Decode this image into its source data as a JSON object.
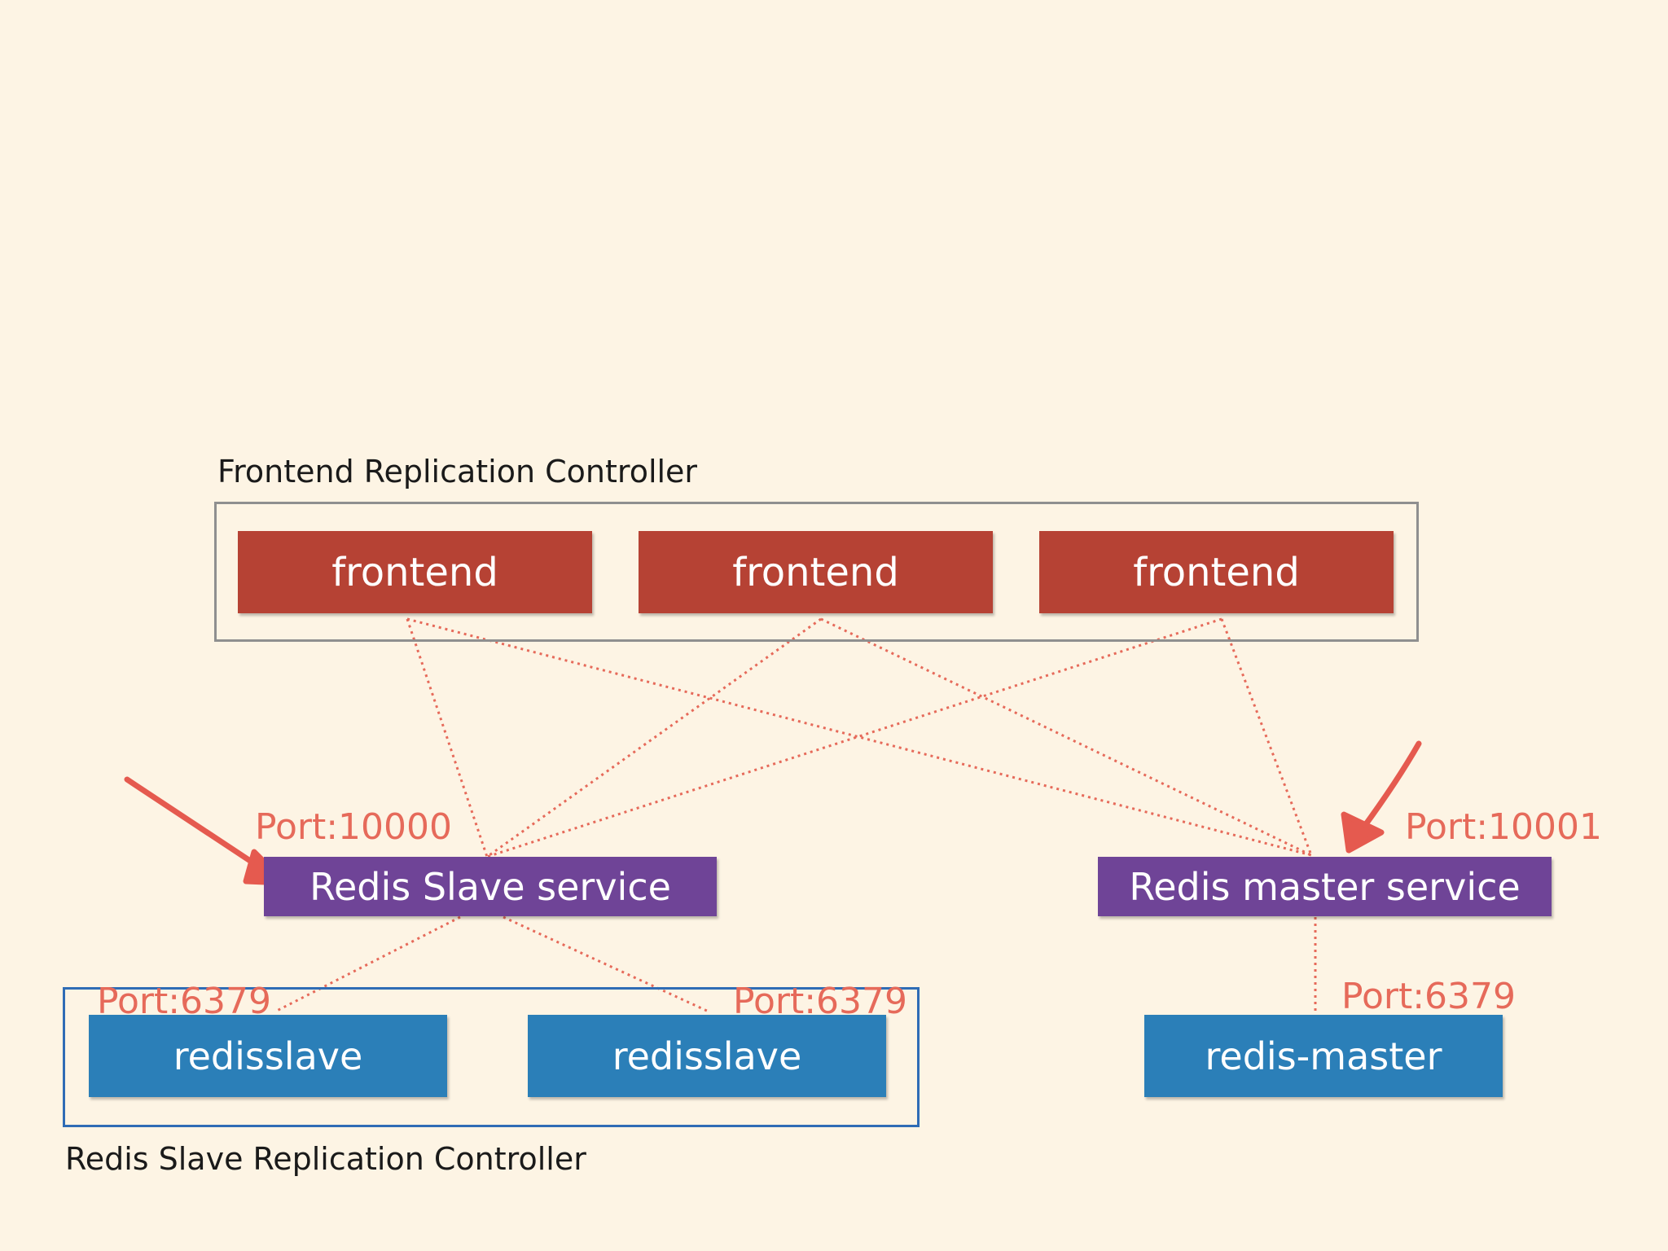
{
  "colors": {
    "background": "#fdf4e4",
    "frontend": "#b64234",
    "service": "#6f4497",
    "redis": "#2b7fb8",
    "port_text": "#e66a5a",
    "connection_line": "#e66a5a",
    "arrow": "#e55a4f",
    "frontend_frame": "#8f8f8f",
    "slave_frame": "#2f6cb5"
  },
  "frontend_rc": {
    "title": "Frontend Replication Controller",
    "pods": [
      "frontend",
      "frontend",
      "frontend"
    ]
  },
  "services": {
    "slave": {
      "label": "Redis Slave service",
      "port": "Port:10000"
    },
    "master": {
      "label": "Redis master service",
      "port": "Port:10001"
    }
  },
  "slave_rc": {
    "title": "Redis Slave Replication Controller",
    "pods": [
      {
        "label": "redisslave",
        "port": "Port:6379"
      },
      {
        "label": "redisslave",
        "port": "Port:6379"
      }
    ]
  },
  "master_pod": {
    "label": "redis-master",
    "port": "Port:6379"
  }
}
